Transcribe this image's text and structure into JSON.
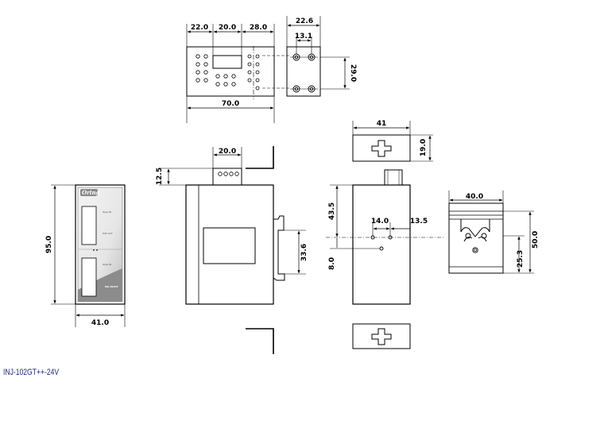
{
  "model_label": "INJ-102GT++-24V",
  "brand_logo": "Oring",
  "device_text": [
    "Giga-IN",
    "PoE OUT",
    "Giga-IN",
    "INJ-102GT"
  ],
  "dimensions": {
    "top_width_a": "22.0",
    "top_width_b": "20.0",
    "top_width_c": "28.0",
    "top_total": "70.0",
    "din_width": "22.6",
    "din_hole_pitch": "13.1",
    "din_height": "29.0",
    "bracket_width": "41",
    "bracket_height": "19.0",
    "front_height": "95.0",
    "front_width": "41.0",
    "side_top_width": "20.0",
    "side_top_offset": "12.5",
    "side_clip_height": "33.6",
    "rear_upper": "43.5",
    "rear_pitch_a": "14.0",
    "rear_pitch_b": "13.5",
    "rear_lower": "8.0",
    "clip_width": "40.0",
    "clip_height": "50.0",
    "clip_offset": "25.3"
  }
}
